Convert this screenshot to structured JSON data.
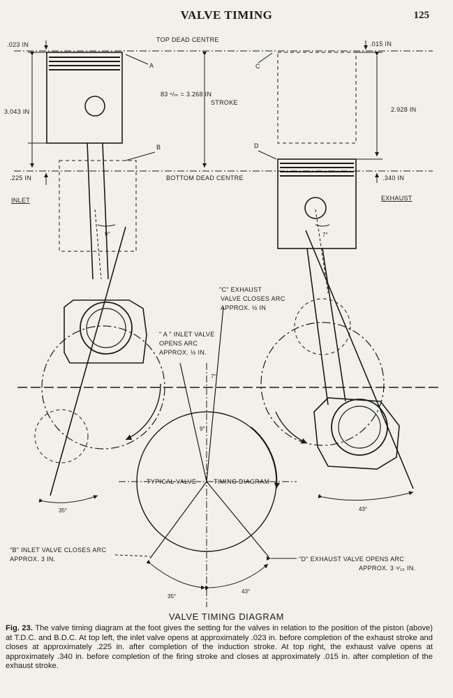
{
  "header": {
    "title": "VALVE TIMING",
    "page_number": "125"
  },
  "diagram": {
    "top_dead_centre": "TOP DEAD CENTRE",
    "bottom_dead_centre": "BOTTOM DEAD CENTRE",
    "inlet": "INLET",
    "exhaust": "EXHAUST",
    "dim_top_left": ".023 IN",
    "dim_left_height": "3.043 IN",
    "dim_bottom_left": ".225 IN",
    "stroke_line1": "83 ⁿ/ₘ = 3.268 IN",
    "stroke_line2": "STROKE",
    "dim_top_right": ".015 IN",
    "dim_right_height": "2.928 IN",
    "dim_bottom_right": ".340 IN",
    "marker_a": "A",
    "marker_b": "B",
    "marker_c": "C",
    "marker_d": "D",
    "angle_left_rod": "9°",
    "angle_right_rod": "7°",
    "note_c": [
      "\"C\" EXHAUST",
      "VALVE CLOSES ARC",
      "APPROX. ½ IN"
    ],
    "note_a": [
      "\" A \" INLET VALVE",
      "OPENS ARC",
      "APPROX. ½ IN."
    ],
    "angle_7": "7°",
    "angle_9": "9°",
    "typical_left": "TYPICAL VALVE",
    "typical_right": "TIMING DIAGRAM",
    "angle_35_left": "35°",
    "angle_43_right": "43°",
    "note_b": [
      "\"B\" INLET VALVE CLOSES ARC",
      "APPROX. 3 IN."
    ],
    "note_d": [
      "\"D\" EXHAUST VALVE OPENS ARC",
      "APPROX. 3 ⁹⁄₁₆ IN."
    ],
    "angle_35_bottom": "35°",
    "angle_43_bottom": "43°"
  },
  "caption": {
    "title": "VALVE TIMING DIAGRAM",
    "fig_label": "Fig. 23.",
    "text": " The valve timing diagram at the foot gives the setting for the valves in relation to the position of the piston (above) at T.D.C. and B.D.C. At top left, the inlet valve opens at approximately .023 in. before completion of the exhaust stroke and closes at approximately .225 in. after completion of the induction stroke. At top right, the exhaust valve opens at approximately .340 in. before completion of the firing stroke and closes at approximately .015 in. after completion of the exhaust stroke."
  }
}
